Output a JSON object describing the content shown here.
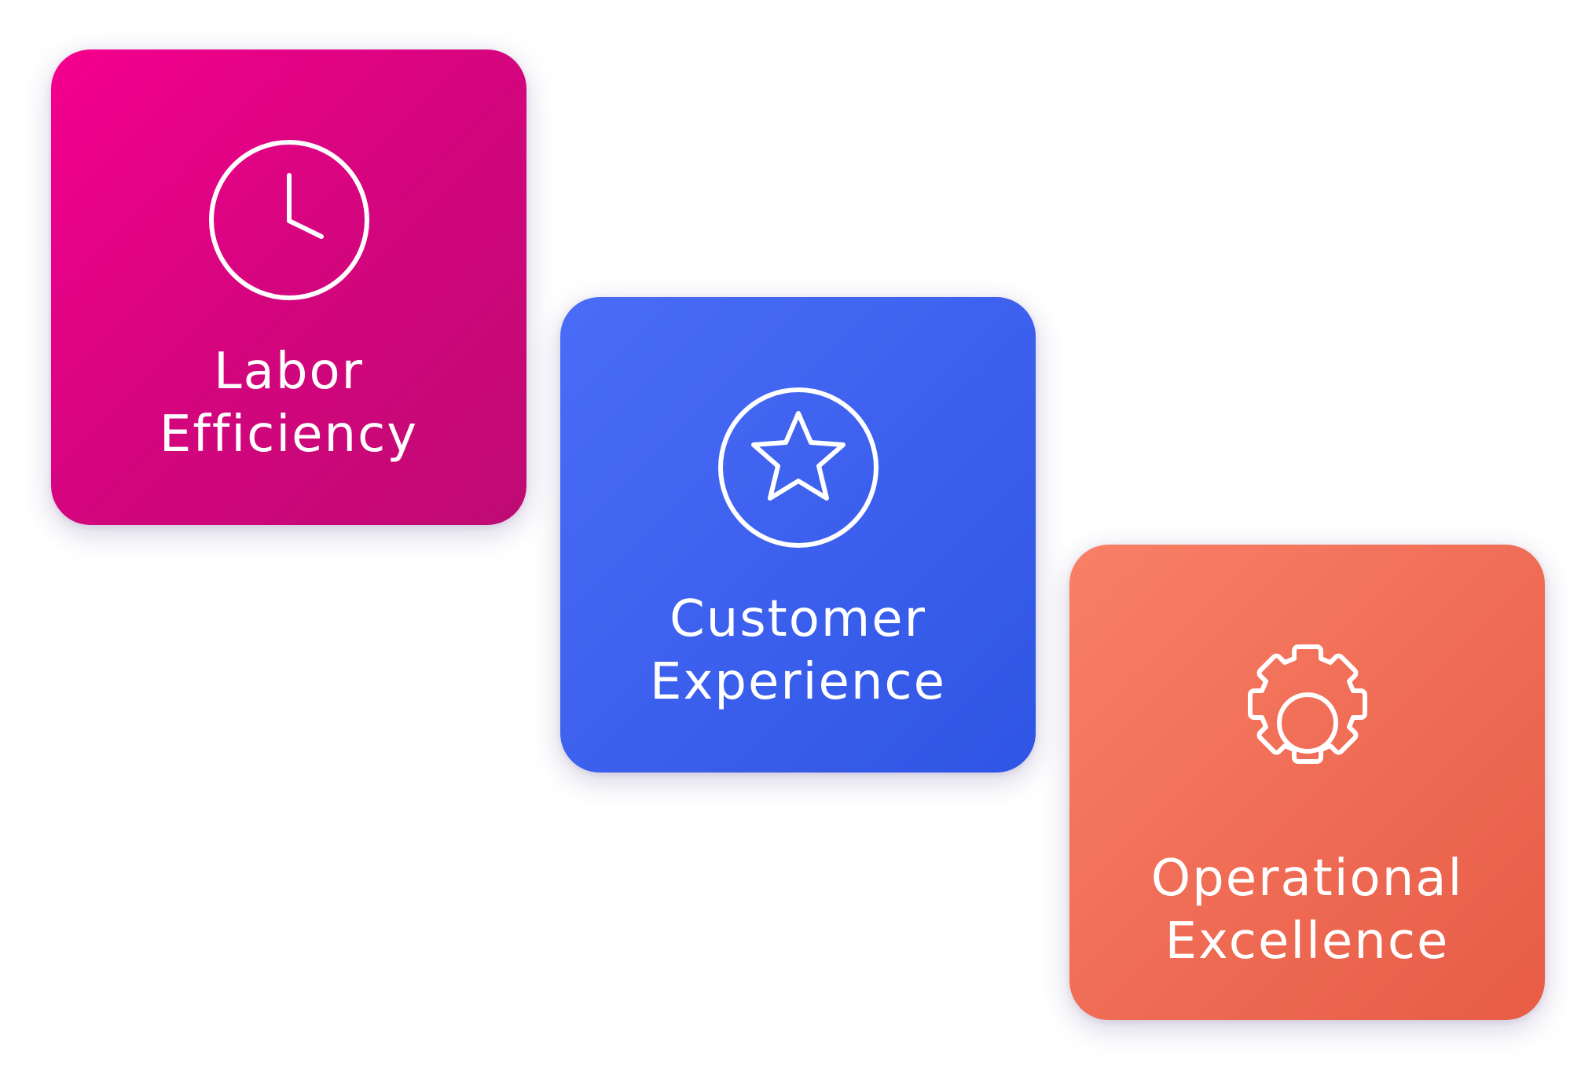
{
  "cards": [
    {
      "id": "labor",
      "icon": "clock-icon",
      "line1": "Labor",
      "line2": "Efficiency",
      "color": "#e3037f"
    },
    {
      "id": "customer",
      "icon": "star-icon",
      "line1": "Customer",
      "line2": "Experience",
      "color": "#3c5ff0"
    },
    {
      "id": "operational",
      "icon": "gear-icon",
      "line1": "Operational",
      "line2": "Excellence",
      "color": "#f0705a"
    }
  ]
}
